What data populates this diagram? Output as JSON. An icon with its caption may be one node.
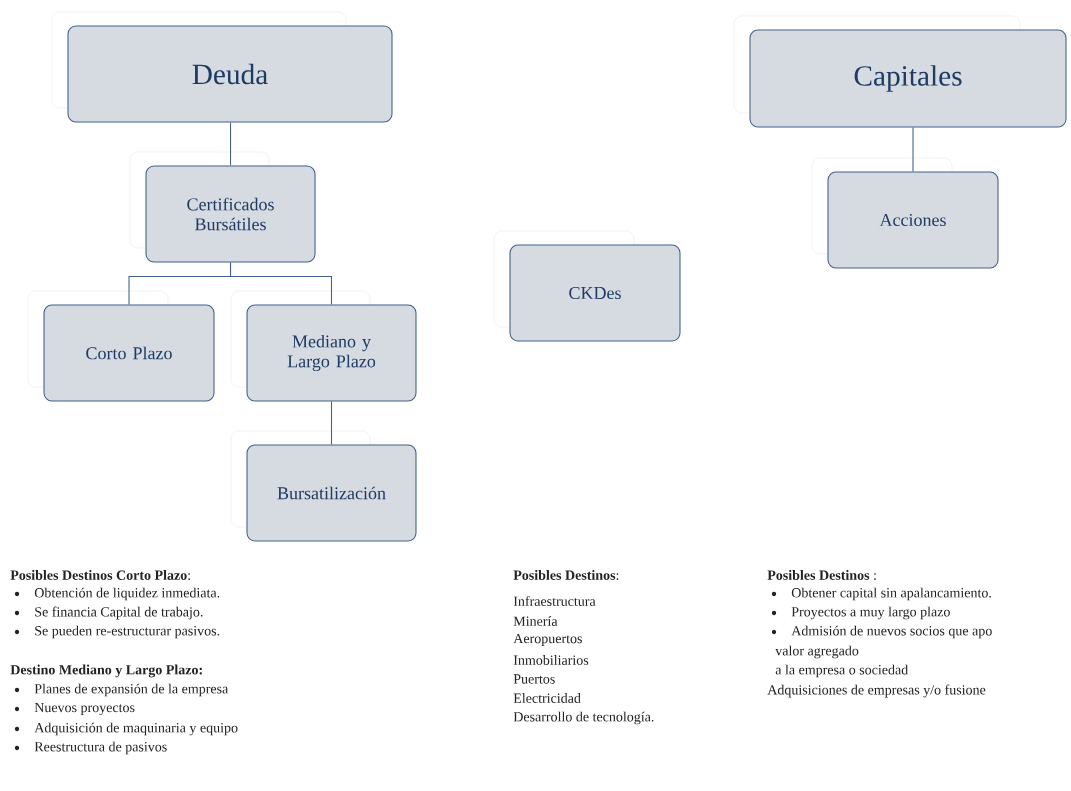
{
  "diagram": {
    "nodes": [
      {
        "text": [
          "Deuda"
        ]
      },
      {
        "text": [
          "Certificados Bursátiles"
        ]
      },
      {
        "text": [
          "Corto Plazo"
        ]
      },
      {
        "text": [
          "Mediano y Largo Plazo"
        ]
      },
      {
        "text": [
          "Bursatilización"
        ]
      },
      {
        "text": [
          "CKDes"
        ]
      },
      {
        "text": [
          "Capitales"
        ]
      },
      {
        "text": [
          "Acciones"
        ]
      }
    ],
    "edges": [
      {
        "from": 0,
        "to": 1,
        "arrow": "none"
      },
      {
        "from": 1,
        "to": 2,
        "arrow": "none"
      },
      {
        "from": 1,
        "to": 3,
        "arrow": "none"
      },
      {
        "from": 3,
        "to": 4,
        "arrow": "none"
      },
      {
        "from": 6,
        "to": 7,
        "arrow": "none"
      }
    ],
    "labels": [
      "**Posibles Destinos  Corto Plazo**:",
      "Obtención de liquidez inmediata.",
      "Se financia Capital de trabajo.",
      "Se pueden re-estructurar pasivos.",
      "Destino Mediano y Largo Plazo:",
      "Planes de expansión de la empresa",
      "Nuevos proyectos",
      "Adquisición de maquinaria y equipo",
      "Reestructura de pasivos",
      "**Posibles  Destinos**:",
      "Infraestructura",
      "Minería",
      "Aeropuertos",
      "Inmobiliarios",
      "Puertos",
      "Electricidad",
      "Desarrollo de tecnología.",
      "**Posibles Destinos** :",
      "Obtener capital sin apalancamiento.",
      "Proyectos a muy largo plazo",
      "Admisión de nuevos socios que apo",
      "valor agregado",
      "a la empresa o sociedad",
      "Adquisiciones de empresas y/o fusione"
    ]
  }
}
